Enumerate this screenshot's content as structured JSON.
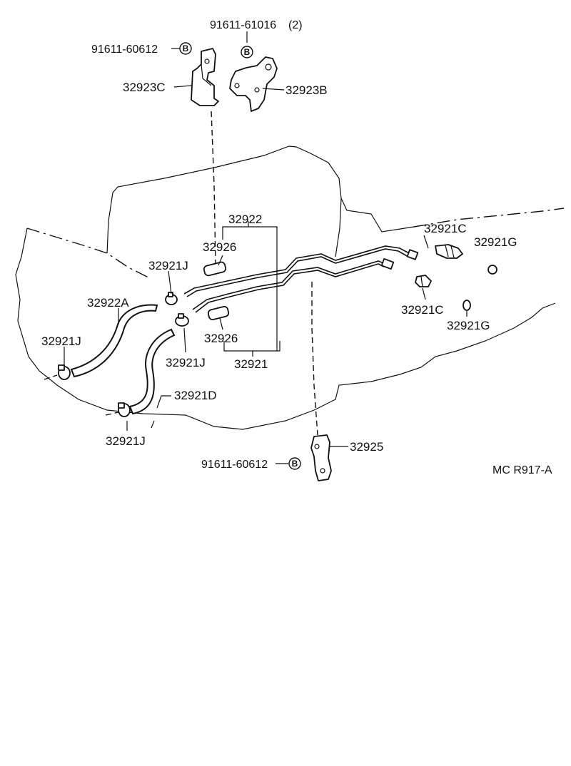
{
  "labels": {
    "bolt_top_right": "91611-61016",
    "bolt_top_right_qty": "(2)",
    "bolt_top_left": "91611-60612",
    "bracket_c": "32923C",
    "bracket_b": "32923B",
    "tube_set_upper": "32922",
    "sleeve_upper": "32926",
    "clamp_1": "32921J",
    "hose_a": "32922A",
    "clamp_2": "32921J",
    "clamp_3": "32921J",
    "sleeve_lower": "32926",
    "tube_set_lower": "32921",
    "hose_d": "32921D",
    "clamp_4": "32921J",
    "union_upper": "32921C",
    "gasket_upper": "32921G",
    "union_lower": "32921C",
    "gasket_lower": "32921G",
    "bracket_clamp": "32925",
    "bolt_bottom": "91611-60612",
    "diagram_code": "MC R917-A"
  },
  "bolt_marker": "B"
}
